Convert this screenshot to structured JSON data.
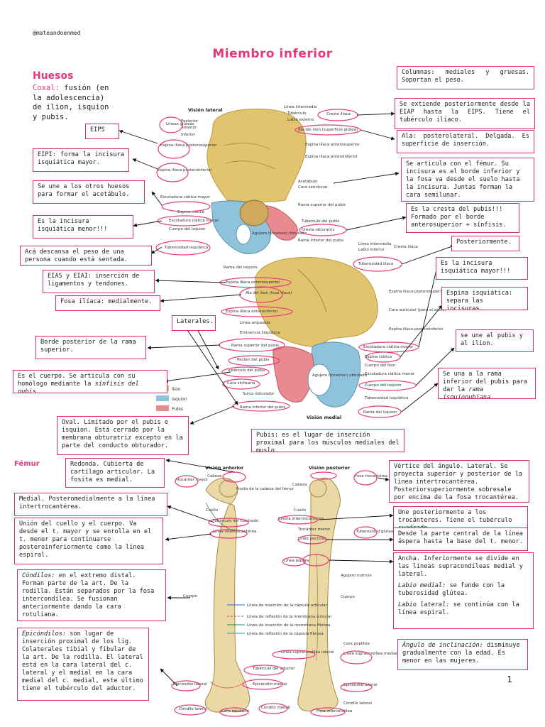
{
  "handle": "@mateandoenmed",
  "title": "Miembro inferior",
  "page_number": "1",
  "sections": {
    "huesos": "Huesos",
    "coxal_key": "Coxal:",
    "coxal_text": " fusión (en la adolescencia) de ilion, isquion y pubis.",
    "femur": "Fémur"
  },
  "notes": {
    "columnas": "Columnas: mediales y gruesas. Soportan el peso.",
    "eips_desc": "Se extiende posteriormente desde la EIAP hasta la EIPS. Tiene el tubérculo ilíaco.",
    "ala": "Ala: posterolateral. Delgada. Es superficie de inserción.",
    "eips": "EIPS",
    "eipi": "EIPI: forma la incisura isquiática mayor.",
    "acetabulo": "Se articula con el fémur. Su incisura es el borde inferior y la fosa va desde el suelo hasta la incisura. Juntas forman la cara semilunar.",
    "union": "Se une a los otros huesos para formar el acetábulo.",
    "cresta_pubis": "Es la cresta del pubis!!! Formado por el borde anterosuperior + sínfisis.",
    "incisura_menor": "Es la incisura isquiática menor!!!",
    "posteriormente": "Posteriormente.",
    "tuberosidad": "Acá descansa el peso de una persona cuando está sentada.",
    "incisura_mayor": "Es la incisura isquiática mayor!!!",
    "eias_eiai": "EIAS y EIAI: inserción de ligamentos y tendones.",
    "espina_isquiatica": "Espina isquiática: separa las incisuras.",
    "fosa_iliaca": "Fosa ilíaca: medialmente.",
    "laterales": "Laterales.",
    "pubis_ilion": "se une al pubis y al ilion.",
    "borde_posterior": "Borde posterior de la rama superior.",
    "rama_inferior_a": "Se una a la rama inferior del pubis para dar la ",
    "rama_inferior_em": "rama isquiopubiana",
    "rama_inferior_b": ".",
    "cuerpo_a": "Es el cuerpo. Se articula con su homólogo mediante la ",
    "cuerpo_em": "sínfisis del pubis",
    "cuerpo_b": ".",
    "oval": "Oval. Limitado por el pubis e isquion. Está cerrado por la membrana obturatriz excepto en la parte del conducto obturador.",
    "pubis_insercion": "Pubis: es el lugar de inserción proximal para los músculos mediales del muslo.",
    "cabeza": "Redonda. Cubierta de cartílago articular. La fosita es medial.",
    "trocanter_mayor": "Vértice del ángulo. Lateral. Se proyecta superior y posterior de la línea intertrocantérea. Posteriorsuperiormente sobresale por encima de la fosa trocantérea.",
    "trocanter_menor": "Medial. Posteromedialmente a la línea intertrocantérea.",
    "cresta_intertrocanterea": "Une posteriormente a los trocánteres. Tiene el tubérculo cuadrado.",
    "linea_intertrocanterea": "Unión del cuello y el cuerpo. Va desde el t. mayor y se enrolla en el t. menor para continuarse posteroinferiormente como la línea espiral.",
    "linea_pectinea": "Desde la parte central de la línea áspera hasta la base del t. menor.",
    "linea_aspera_1": "Ancha. Inferiormente se divide en las líneas supracondíleas medial y lateral.",
    "linea_aspera_2_em": "Labio medial:",
    "linea_aspera_2": " se funde con la tuberosidad glútea.",
    "linea_aspera_3_em": "Labio lateral:",
    "linea_aspera_3": " se continúa con la línea espiral.",
    "condilos_em": "Cóndilos:",
    "condilos": " en el extremo distal. Forman parte de la art. De la rodilla. Están separados por la fosa intercondílea. Se fusionan anteriormente dando la cara rotuliana.",
    "epicondilos_em": "Epicóndilos:",
    "epicondilos": " son lugar de inserción proximal de los lig. Colaterales tibial y fibular de la art. De la rodilla. El lateral está en la cara lateral del c. lateral y el medial en la cara medial del c. medial, este último tiene el tubérculo del aductor.",
    "angulo_em": "Ángulo de inclinación:",
    "angulo": " disminuye gradualmente con la edad. Es menor en las mujeres."
  },
  "figure": {
    "vista_lateral": "Visión lateral",
    "vista_medial": "Visión medial",
    "vista_anterior": "Visión anterior",
    "vista_posterior": "Visión posterior",
    "legend": [
      "Ilion",
      "Isquion",
      "Pubis"
    ],
    "colors": {
      "ilion": "#e3c46e",
      "isquion": "#8fc3dc",
      "pubis": "#e98a90",
      "accent": "#e6397d"
    },
    "lateral_labels": [
      "Línea intermedia",
      "Tubérculo",
      "Labio externo",
      "Cresta ilíaca",
      "Ala del ilion (superficie glútea)",
      "Posterior",
      "Anterior",
      "Inferior",
      "Espina ilíaca anterosuperior",
      "Espina ilíaca anteroinferior",
      "Acetábulo",
      "Cara semilunar",
      "Escotadura ciática mayor",
      "Espina ciática",
      "Escotadura ciática menor",
      "Cuerpo del isquion",
      "Rama superior del pubis",
      "Tubérculo del pubis",
      "Cresta obturatriz",
      "Agujero (foramen) obturado",
      "Tuberosidad isquiática",
      "Rama inferior del pubis",
      "Rama del isquion",
      "Líneas glúteas",
      "Espina ilíaca posterosuperior",
      "Espina ilíaca posteroinferior"
    ],
    "medial_labels": [
      "Línea intermedia",
      "Labio interno",
      "Cresta ilíaca",
      "Tuberosidad ilíaca",
      "Espina ilíaca anterosuperior",
      "Ala del ilion (fosa ilíaca)",
      "Espina ilíaca anteroinferior",
      "Línea arqueada",
      "Eminencia iliopúbica",
      "Rama superior del pubis",
      "Pecten del pubis",
      "Tubérculo del pubis",
      "Cara sinfisaria",
      "Surco obturador",
      "Rama inferior del pubis",
      "Agujero (foramen) obturado",
      "Espina ilíaca posterosuperior",
      "Cara auricular (para el sacro)",
      "Espina ilíaca posteroinferior",
      "Escotadura ciática mayor",
      "Espina ciática",
      "Cuerpo del ilion",
      "Escotadura ciática menor",
      "Cuerpo del isquion",
      "Tuberosidad isquiática",
      "Rama del isquion"
    ],
    "femur_labels_left": [
      "Trocánter mayor",
      "Cabeza",
      "Cuello",
      "Fosita de la cabeza del fémur",
      "Tubérculo del cuadrado",
      "Línea intertrocantérea",
      "Cuerpo",
      "Epicóndilo lateral",
      "Cóndilo lateral",
      "Cara rotuliana",
      "Tubérculo del aductor",
      "Epicóndilo medial",
      "Cóndilo medial"
    ],
    "femur_labels_right": [
      "Fosa trocantérea",
      "Cabeza",
      "Cuello",
      "Cresta intertrocantérea",
      "Trocánter menor",
      "Línea pectínea",
      "Tuberosidad glútea",
      "Línea áspera",
      "Agujero nutricio",
      "Cuerpo",
      "Línea supracondílea lateral",
      "Línea supracondílea medial",
      "Cara poplítea",
      "Epicóndilo lateral",
      "Fosa intercondílea",
      "Cóndilo lateral"
    ],
    "femur_legend": [
      "Línea de inserción de la cápsula articular",
      "Línea de reflexión de la membrana sinovial",
      "Línea de inserción de la membrana fibrosa",
      "Línea de reflexión de la cápsula fibrosa"
    ]
  }
}
